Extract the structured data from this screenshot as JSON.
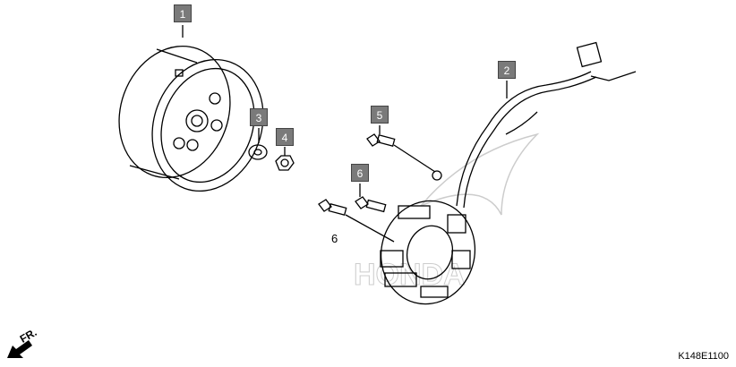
{
  "diagram": {
    "callouts": [
      {
        "number": "1",
        "part": "flywheel"
      },
      {
        "number": "2",
        "part": "wire-harness"
      },
      {
        "number": "3",
        "part": "washer"
      },
      {
        "number": "4",
        "part": "nut"
      },
      {
        "number": "5",
        "part": "bolt"
      },
      {
        "number": "6",
        "part": "bolt"
      }
    ],
    "plain_label": "6",
    "front_marker": "FR.",
    "diagram_code": "K148E1100",
    "watermark": "HONDA"
  },
  "colors": {
    "callout_fill": "#7a7a7a",
    "line": "#000000",
    "watermark": "#cccccc"
  }
}
